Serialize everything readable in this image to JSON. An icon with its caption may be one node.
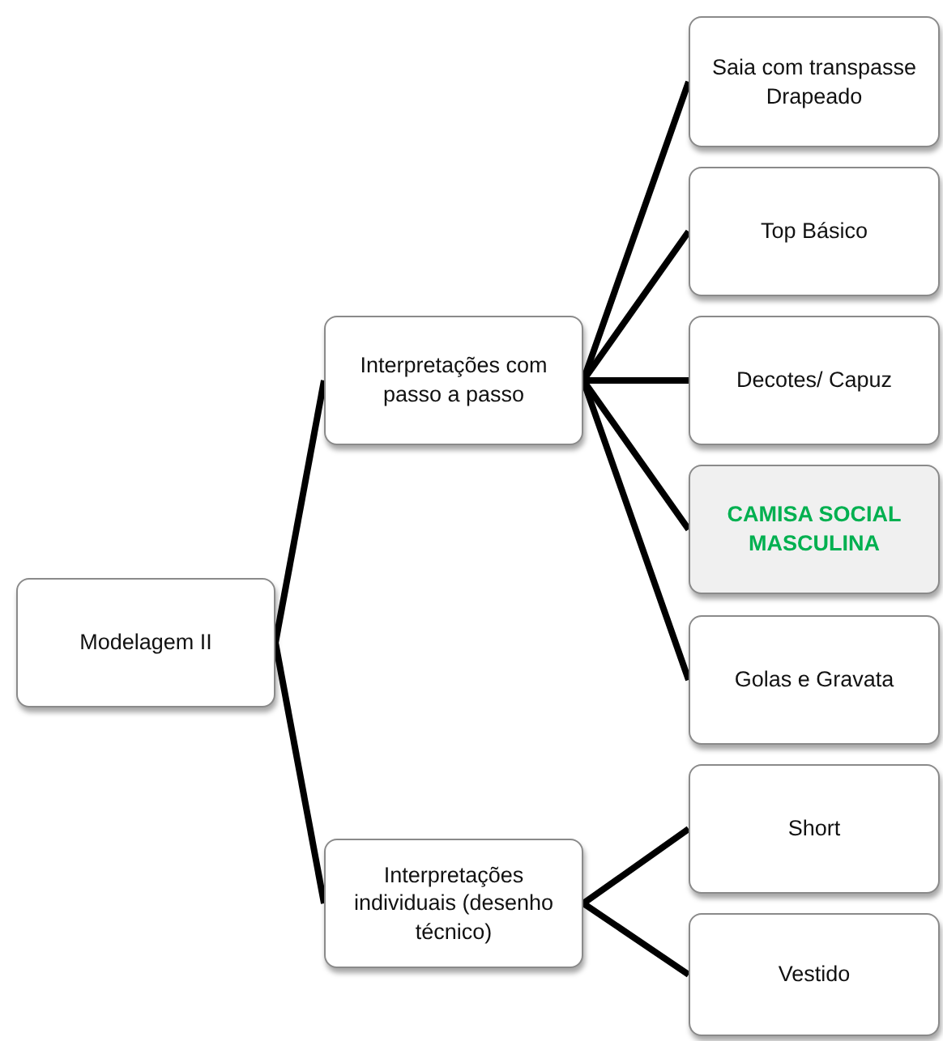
{
  "diagram": {
    "nodes": [
      {
        "text": [
          "Modelagem II"
        ]
      },
      {
        "text": [
          "Interpretações com passo a passo"
        ]
      },
      {
        "text": [
          "Interpretações individuais (desenho técnico)"
        ]
      },
      {
        "text": [
          "Saia com transpasse Drapeado"
        ]
      },
      {
        "text": [
          "Top Básico"
        ]
      },
      {
        "text": [
          "Decotes/ Capuz"
        ]
      },
      {
        "text": [
          "CAMISA SOCIAL MASCULINA"
        ]
      },
      {
        "text": [
          "Golas e Gravata"
        ]
      },
      {
        "text": [
          "Short"
        ]
      },
      {
        "text": [
          "Vestido"
        ]
      }
    ],
    "edges": [
      {
        "from": 0,
        "to": 1,
        "arrow": "none"
      },
      {
        "from": 0,
        "to": 2,
        "arrow": "none"
      },
      {
        "from": 1,
        "to": 3,
        "arrow": "none"
      },
      {
        "from": 1,
        "to": 4,
        "arrow": "none"
      },
      {
        "from": 1,
        "to": 5,
        "arrow": "none"
      },
      {
        "from": 1,
        "to": 6,
        "arrow": "none"
      },
      {
        "from": 1,
        "to": 7,
        "arrow": "none"
      },
      {
        "from": 2,
        "to": 8,
        "arrow": "none"
      },
      {
        "from": 2,
        "to": 9,
        "arrow": "none"
      }
    ]
  }
}
